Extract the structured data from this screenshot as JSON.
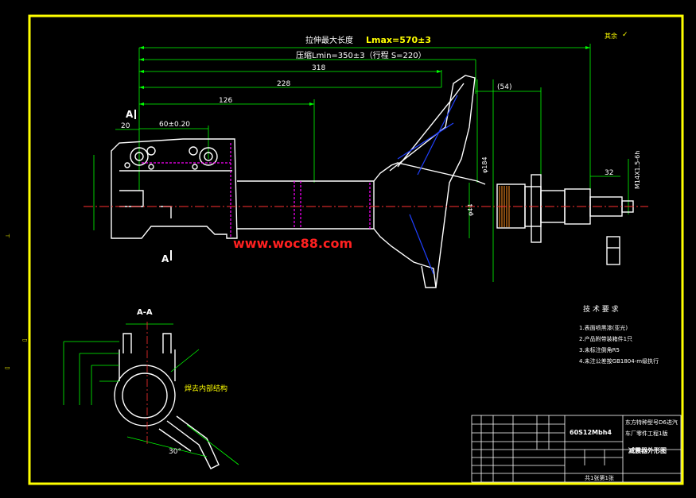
{
  "dims": {
    "max_stretch_label": "拉伸最大长度",
    "lmax": "Lmax=570±3",
    "lmin": "压缩Lmin=350±3（行程 S=220）",
    "d318": "318",
    "d228": "228",
    "d126": "126",
    "d20": "20",
    "d60": "60±0.20",
    "d54": "(54)",
    "d32": "32",
    "phi184": "φ184",
    "phi44": "φ44",
    "thread": "M14X1.5-6h",
    "angle30": "30°",
    "section_a": "A",
    "sec_a_label": "A-A",
    "weld_note": "焊去内部结构",
    "other": "其余"
  },
  "watermark": "www.woc88.com",
  "tech_req": {
    "title": "技 术 要 求",
    "items": [
      "1.表面喷黑漆(亚光)",
      "2.产品附带装箱件1只",
      "3.未标注倒角R5",
      "4.未注公差按GB1804-m级执行"
    ]
  },
  "title_block": {
    "company_line1": "东方特种型号D6进汽",
    "company_line2": "车厂零件工程1版",
    "drawing_title": "减震器外形图",
    "part_no": "60S12Mbh4",
    "sheet": "共1张第1张"
  },
  "colors": {
    "frame": "#ffff00",
    "outline": "#ffffff",
    "dim": "#00ff00",
    "center": "#ff3030",
    "hidden": "#ff00ff",
    "blue": "#2040ff",
    "text_yellow": "#ffff00",
    "watermark": "#ff2020"
  }
}
